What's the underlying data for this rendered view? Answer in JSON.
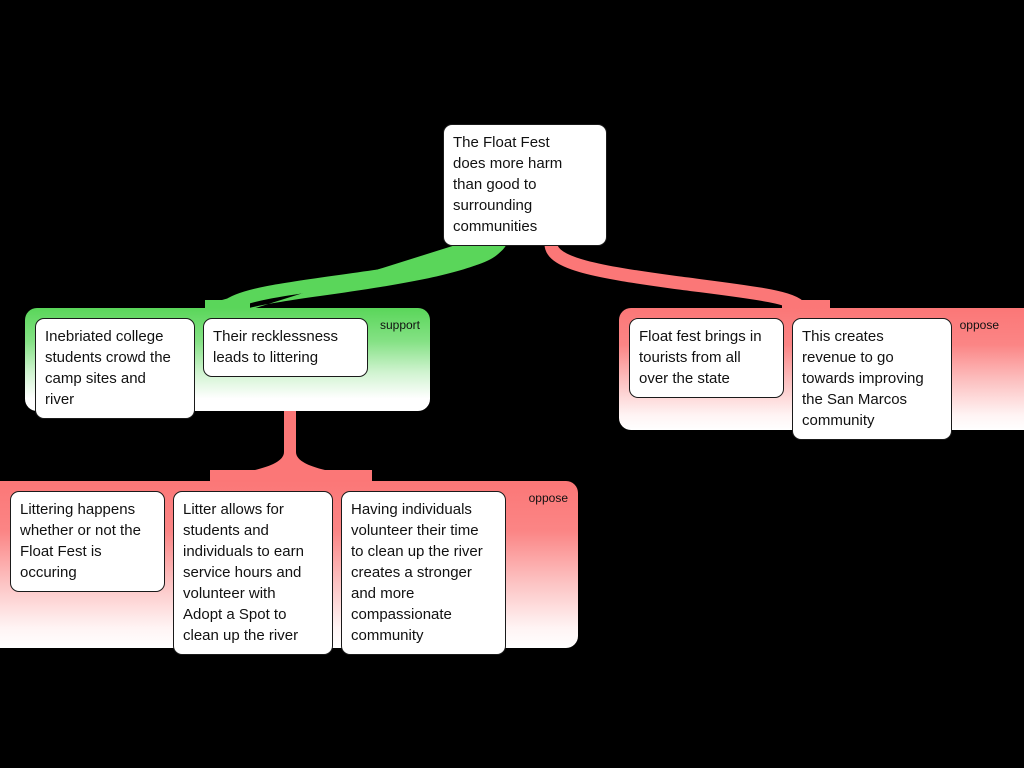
{
  "diagram": {
    "title_text": "The Float Fest does more harm than good to surrounding communities",
    "colors": {
      "support": "#5ad65a",
      "oppose": "#fb7777",
      "card_bg": "#ffffff",
      "card_border": "#1a1a1a",
      "background": "#000000",
      "text": "#111111"
    },
    "root": {
      "text": "The Float Fest\ndoes more harm\nthan good to\nsurrounding\ncommunities"
    },
    "groups": [
      {
        "id": "support-group",
        "label": "support",
        "stance": "support",
        "cards": [
          {
            "id": "inebriated-students",
            "text": "Inebriated college\nstudents crowd the\ncamp sites and\nriver"
          },
          {
            "id": "recklessness-littering",
            "text": "Their recklessness\nleads to littering"
          }
        ]
      },
      {
        "id": "oppose-group-right",
        "label": "oppose",
        "stance": "oppose",
        "cards": [
          {
            "id": "brings-tourists",
            "text": "Float fest brings in\ntourists from all\nover the state"
          },
          {
            "id": "creates-revenue",
            "text": "This creates\nrevenue to go\ntowards improving\nthe San Marcos\ncommunity"
          }
        ]
      },
      {
        "id": "oppose-group-bottom",
        "label": "oppose",
        "stance": "oppose",
        "cards": [
          {
            "id": "littering-happens-anyway",
            "text": "Littering happens\nwhether or not the\nFloat Fest is\noccuring"
          },
          {
            "id": "service-hours",
            "text": "Litter allows for\nstudents and\nindividuals to earn\nservice hours and\nvolunteer with\nAdopt a Spot to\nclean up the river"
          },
          {
            "id": "stronger-community",
            "text": "Having individuals\nvolunteer their time\nto clean up the river\ncreates a stronger\nand more\ncompassionate\ncommunity"
          }
        ]
      }
    ]
  }
}
